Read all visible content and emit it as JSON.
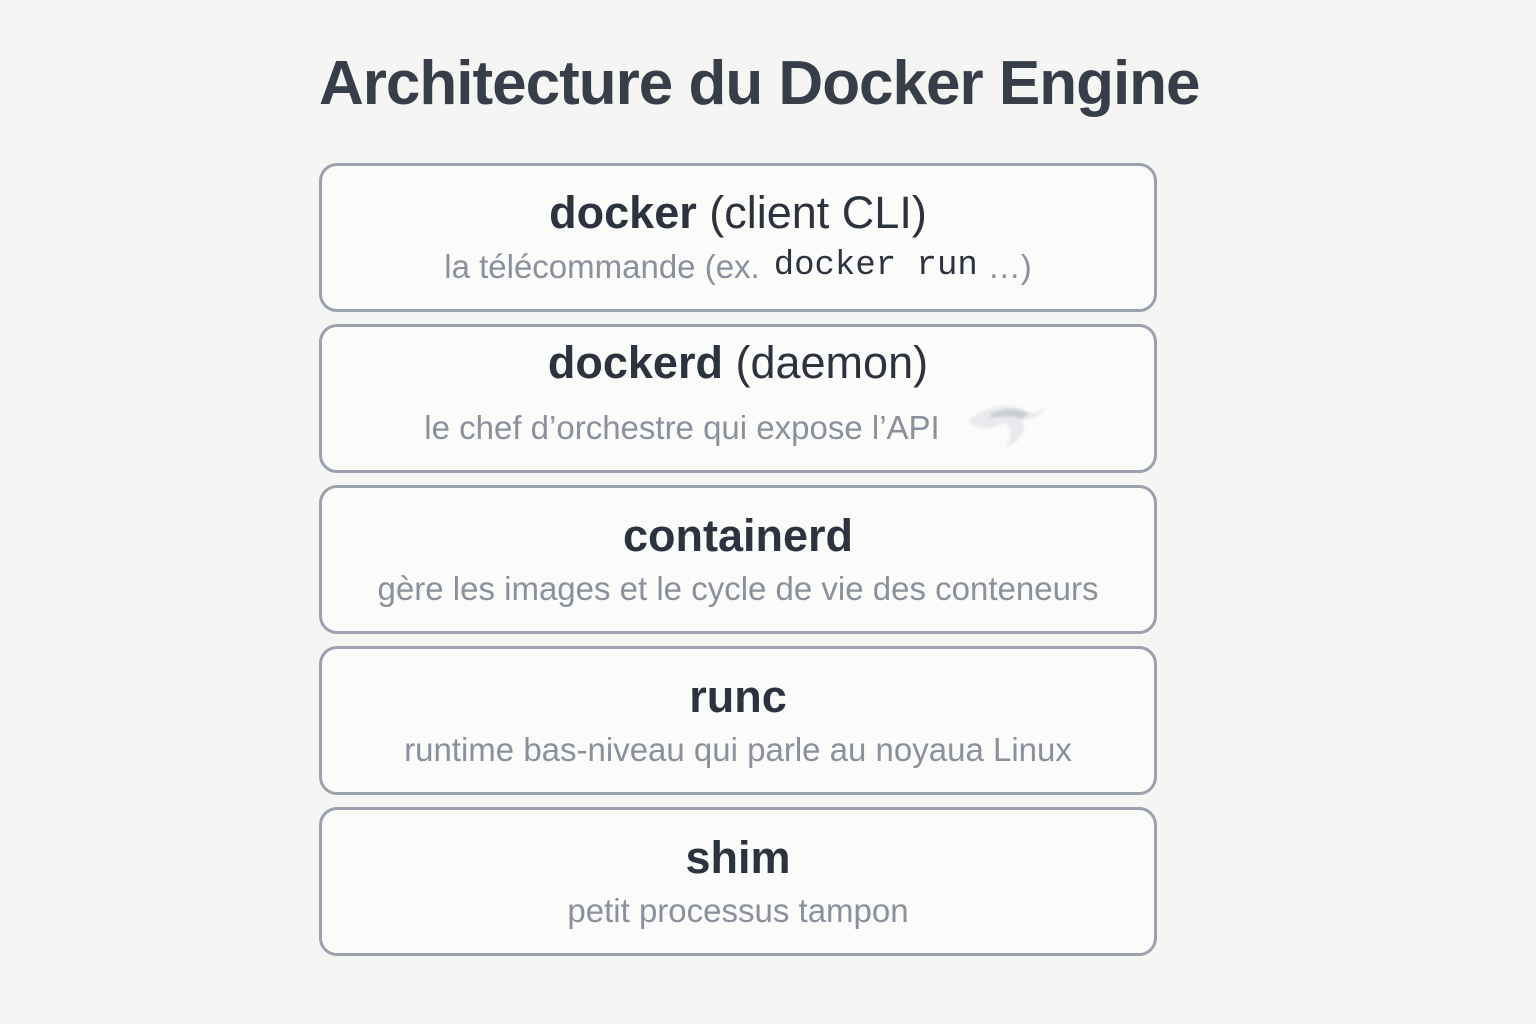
{
  "page": {
    "title": "Architecture du Docker Engine",
    "colors": {
      "background": "#f5f5f4",
      "box_fill": "#fbfbfa",
      "box_border": "#9ba1ad",
      "title_text": "#373e49",
      "layer_title_text": "#2d333e",
      "subtitle_text": "#8b919c"
    }
  },
  "layers": [
    {
      "title_bold": "docker",
      "title_rest": "(client CLI)",
      "subtitle_prefix": "la télécommande (ex.",
      "subtitle_code": "docker run",
      "subtitle_suffix": "…)"
    },
    {
      "title_bold": "dockerd",
      "title_rest": "(daemon)",
      "subtitle_prefix": "le chef d’orchestre qui expose l’API",
      "decoration_icon": "faint-smudge-icon"
    },
    {
      "title_bold": "containerd",
      "title_rest": "",
      "subtitle_prefix": "gère les images et le cycle de vie des conteneurs"
    },
    {
      "title_bold": "runc",
      "title_rest": "",
      "subtitle_prefix": "runtime bas-niveau qui parle au noyaua Linux"
    },
    {
      "title_bold": "shim",
      "title_rest": "",
      "subtitle_prefix": "petit processus tampon"
    }
  ]
}
